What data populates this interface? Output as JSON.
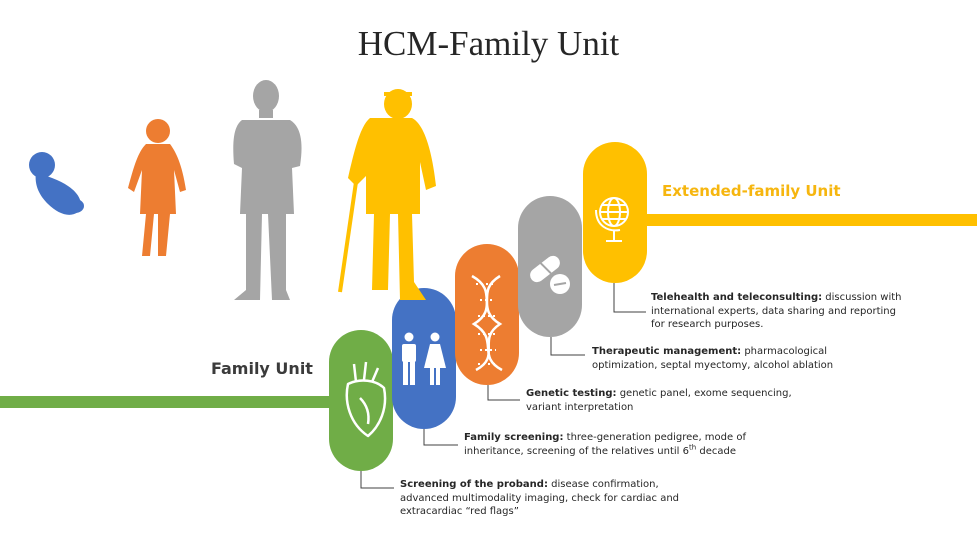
{
  "title": "HCM-Family Unit",
  "labels": {
    "family_unit": "Family Unit",
    "extended_unit": "Extended-family Unit"
  },
  "colors": {
    "green": "#70AD47",
    "blue": "#4472C4",
    "orange": "#ED7D31",
    "gray": "#A5A5A5",
    "yellow": "#FFC000"
  },
  "silhouettes": [
    "fetus-icon",
    "child-icon",
    "adult-man-icon",
    "elderly-man-with-cane-icon"
  ],
  "steps": [
    {
      "icon": "heart-icon",
      "heading": "Screening of the proband:",
      "text": " disease confirmation, advanced multimodality imaging, check for cardiac and extracardiac “red flags”"
    },
    {
      "icon": "family-icon",
      "heading": "Family screening:",
      "text": " three-generation pedigree, mode of inheritance, screening of the relatives until 6",
      "sup": "th",
      "text_after": " decade"
    },
    {
      "icon": "dna-icon",
      "heading": "Genetic testing:",
      "text": " genetic panel, exome sequencing, variant interpretation"
    },
    {
      "icon": "pills-icon",
      "heading": "Therapeutic management:",
      "text": " pharmacological optimization, septal myectomy, alcohol ablation"
    },
    {
      "icon": "globe-icon",
      "heading": "Telehealth and teleconsulting:",
      "text": " discussion with international experts, data sharing and reporting for research purposes."
    }
  ]
}
